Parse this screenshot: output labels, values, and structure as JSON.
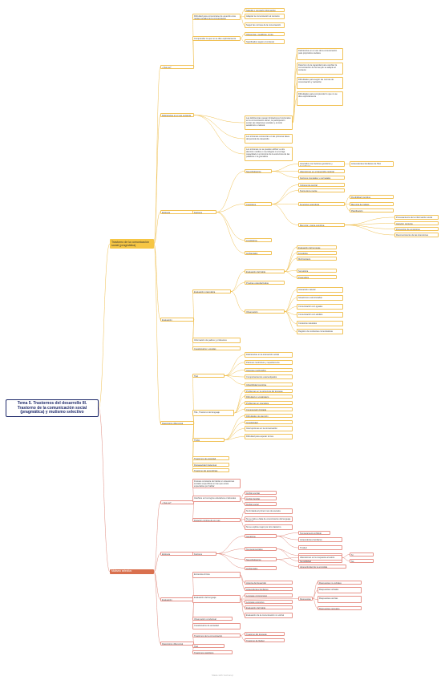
{
  "root": "Tema 5. Trastornos del desarrollo III. Trastorno de la comunicación social (pragmática) y mutismo selectivo",
  "footer": "Made with GoConqr",
  "nodes": [
    {
      "id": "tcs",
      "text": "Trastorno de la comunicación social (pragmática)"
    },
    {
      "id": "ms",
      "text": "Mutismo selectivo"
    },
    {
      "id": "a_que",
      "text": "¿Qué es?"
    },
    {
      "id": "a_def",
      "text": "Deficiencias en el uso social de la comunicación"
    },
    {
      "id": "a_eti",
      "text": "Etiología"
    },
    {
      "id": "a_eval",
      "text": "Evaluación"
    },
    {
      "id": "a_dif",
      "text": "Diagnóstico diferencial"
    },
    {
      "id": "q1",
      "text": "Dificultad para comunicarse de acuerdo a las reglas sociales de la comunicación"
    },
    {
      "id": "q1a",
      "text": "Saludar o compartir información"
    },
    {
      "id": "q1b",
      "text": "Adaptar la comunicación al contexto"
    },
    {
      "id": "q1c",
      "text": "Seguir las normas de la conversación"
    },
    {
      "id": "q2",
      "text": "Comprender lo que no se dice explícitamente"
    },
    {
      "id": "q2a",
      "text": "Inferencias, metáforas, ironía"
    },
    {
      "id": "q2b",
      "text": "Significados según el contexto"
    },
    {
      "id": "d1",
      "text": "Las deficiencias causan limitaciones funcionales en la comunicación eficaz, la participación social, las relaciones sociales y el éxito académico o laboral"
    },
    {
      "id": "d1a",
      "text": "Deficiencias en el uso de la comunicación para propósitos sociales"
    },
    {
      "id": "d1b",
      "text": "Deterioro de la capacidad para cambiar la comunicación de forma que se adapte al contexto"
    },
    {
      "id": "d1c",
      "text": "Dificultades para seguir las normas de conversación y narración"
    },
    {
      "id": "d1d",
      "text": "Dificultades para comprender lo que no se dice explícitamente"
    },
    {
      "id": "d2",
      "text": "Los síntomas comienzan en las primeras fases del período de desarrollo"
    },
    {
      "id": "d3",
      "text": "Los síntomas no se pueden atribuir a otra afección médica o neurológica ni a la baja capacidad en el dominio de la estructura de las palabras o la gramática"
    },
    {
      "id": "e_fac",
      "text": "Factores"
    },
    {
      "id": "e_neu",
      "text": "Neurobiológicos"
    },
    {
      "id": "e_neu1",
      "text": "Asociados con factores genéticos y hereditarios"
    },
    {
      "id": "e_neu1a",
      "text": "Antecedentes familiares de TEA"
    },
    {
      "id": "e_neu2",
      "text": "Alteraciones en el desarrollo cerebral"
    },
    {
      "id": "e_neu3",
      "text": "Factores prenatales y perinatales"
    },
    {
      "id": "e_cog",
      "text": "Cognitivos"
    },
    {
      "id": "e_cog1",
      "text": "Teoría de la mente"
    },
    {
      "id": "e_cog2",
      "text": "Funciones ejecutivas"
    },
    {
      "id": "e_cog2a",
      "text": "Flexibilidad cognitiva"
    },
    {
      "id": "e_cog2b",
      "text": "Memoria de trabajo"
    },
    {
      "id": "e_cog2c",
      "text": "Planificación"
    },
    {
      "id": "e_cog3",
      "text": "Coherencia central"
    },
    {
      "id": "e_cog4",
      "text": "Memoria y carga cognitiva"
    },
    {
      "id": "e_cog4a",
      "text": "Procesamiento de la información social"
    },
    {
      "id": "e_cog4b",
      "text": "Atención conjunta"
    },
    {
      "id": "e_cog4c",
      "text": "Percepción de emociones"
    },
    {
      "id": "e_cog4d",
      "text": "Reconocimiento de las intenciones"
    },
    {
      "id": "e_lin",
      "text": "Lingüísticos"
    },
    {
      "id": "e_amb",
      "text": "Ambientales"
    },
    {
      "id": "v1",
      "text": "Evaluación pragmática"
    },
    {
      "id": "v1a",
      "text": "Evaluación del habla"
    },
    {
      "id": "v1b",
      "text": "Evaluación del lenguaje"
    },
    {
      "id": "v1c",
      "text": "Fonología"
    },
    {
      "id": "v1d",
      "text": "Morfosintaxis"
    },
    {
      "id": "v1e",
      "text": "Semántica"
    },
    {
      "id": "v1f",
      "text": "Pragmática"
    },
    {
      "id": "v2",
      "text": "Pruebas estandarizadas"
    },
    {
      "id": "v3",
      "text": "Observación"
    },
    {
      "id": "v3a",
      "text": "Interacción natural"
    },
    {
      "id": "v3b",
      "text": "Situaciones estructuradas"
    },
    {
      "id": "v3c",
      "text": "Comunicación con iguales"
    },
    {
      "id": "v3d",
      "text": "Comunicación con adultos"
    },
    {
      "id": "v3e",
      "text": "Contextos naturales"
    },
    {
      "id": "v3f",
      "text": "Registro de conductas comunicativas"
    },
    {
      "id": "v4",
      "text": "Información de padres y profesores"
    },
    {
      "id": "v5",
      "text": "Cuestionarios y escalas"
    },
    {
      "id": "g_tea",
      "text": "TEA"
    },
    {
      "id": "g_tea1",
      "text": "Deficiencias en la interacción social"
    },
    {
      "id": "g_tea2",
      "text": "Patrones restrictivos y repetitivos de comportamiento"
    },
    {
      "id": "g_tea3",
      "text": "Intereses restringidos"
    },
    {
      "id": "g_tea4",
      "text": "Comportamientos estereotipados"
    },
    {
      "id": "g_tea5",
      "text": "Inflexibilidad cognitiva"
    },
    {
      "id": "g_tel",
      "text": "TEL, Trastorno del lenguaje"
    },
    {
      "id": "g_tel1",
      "text": "Problemas en la estructura del lenguaje"
    },
    {
      "id": "g_tel2",
      "text": "Dificultad en vocabulario"
    },
    {
      "id": "g_tel3",
      "text": "Problemas en gramática"
    },
    {
      "id": "g_tel4",
      "text": "Comprensión limitada"
    },
    {
      "id": "g_tdah",
      "text": "TDAH"
    },
    {
      "id": "g_tdah1",
      "text": "Dificultades de atención"
    },
    {
      "id": "g_tdah2",
      "text": "Impulsividad"
    },
    {
      "id": "g_tdah3",
      "text": "Interrupciones en la conversación"
    },
    {
      "id": "g_tdah4",
      "text": "Dificultad para esperar turnos"
    },
    {
      "id": "g_ans",
      "text": "Trastornos de ansiedad"
    },
    {
      "id": "g_di",
      "text": "Discapacidad intelectual"
    },
    {
      "id": "g_ta",
      "text": "Trastorno del aprendizaje"
    },
    {
      "id": "m_que",
      "text": "¿Qué es?"
    },
    {
      "id": "m_eti",
      "text": "Etiología"
    },
    {
      "id": "m_eval",
      "text": "Evaluación"
    },
    {
      "id": "m_dif",
      "text": "Diagnóstico diferencial"
    },
    {
      "id": "mq1",
      "text": "Fracaso constante de hablar en situaciones sociales específicas en las que existe expectativa por hablar"
    },
    {
      "id": "mq2",
      "text": "Interfiere en los logros educativos o laborales"
    },
    {
      "id": "mq2a",
      "text": "Ámbito escolar"
    },
    {
      "id": "mq2b",
      "text": "Ámbito familiar"
    },
    {
      "id": "mq2c",
      "text": "Ámbito social"
    },
    {
      "id": "mq3",
      "text": "Duración mínima de un mes"
    },
    {
      "id": "mq3a",
      "text": "No limitada al primer mes de escuela"
    },
    {
      "id": "mq3b",
      "text": "No se debe a falta de conocimiento del lenguaje hablado"
    },
    {
      "id": "mq3c",
      "text": "No se explica mejor por otro trastorno"
    },
    {
      "id": "me_fac",
      "text": "Factores"
    },
    {
      "id": "me_gen",
      "text": "Genéticos"
    },
    {
      "id": "me_gen1",
      "text": "Temperamento inhibido"
    },
    {
      "id": "me_gen2",
      "text": "Antecedentes familiares"
    },
    {
      "id": "me_gen3",
      "text": "Timidez"
    },
    {
      "id": "me_temp",
      "text": "Temperamentales"
    },
    {
      "id": "me_temp1",
      "text": "Inhibición conductual"
    },
    {
      "id": "me_temp2",
      "text": "Sensibilidad"
    },
    {
      "id": "me_neu",
      "text": "Neurobiológicos"
    },
    {
      "id": "me_neu1",
      "text": "Hiperactividad de la amígdala"
    },
    {
      "id": "me_neu2",
      "text": "Alteraciones en la respuesta al estrés"
    },
    {
      "id": "me_neu2a",
      "text": "Sí"
    },
    {
      "id": "me_neu2b",
      "text": "No"
    },
    {
      "id": "me_amb",
      "text": "Ambientales"
    },
    {
      "id": "mv1",
      "text": "Entrevista clínica"
    },
    {
      "id": "mv1a",
      "text": "Historia del desarrollo"
    },
    {
      "id": "mv1b",
      "text": "Antecedentes familiares"
    },
    {
      "id": "mv2",
      "text": "Evaluación del lenguaje"
    },
    {
      "id": "mv2a",
      "text": "Lenguaje comprensivo"
    },
    {
      "id": "mv2b",
      "text": "Lenguaje expresivo"
    },
    {
      "id": "mv2c",
      "text": "Evaluación del habla"
    },
    {
      "id": "mv2d",
      "text": "Evaluación de la comunicación no verbal"
    },
    {
      "id": "mv2e",
      "text": "Respuestas"
    },
    {
      "id": "mv2e1",
      "text": "Respuestas no verbales"
    },
    {
      "id": "mv2e2",
      "text": "Respuestas verbales"
    },
    {
      "id": "mv2e3",
      "text": "Respuestas escritas"
    },
    {
      "id": "mv2e4",
      "text": "Respuestas gestuales"
    },
    {
      "id": "mv3",
      "text": "Observación conductual"
    },
    {
      "id": "mv4",
      "text": "Cuestionarios de ansiedad"
    },
    {
      "id": "md1",
      "text": "Trastornos de la comunicación"
    },
    {
      "id": "md1a",
      "text": "Trastorno del lenguaje"
    },
    {
      "id": "md1b",
      "text": "Trastorno de fluidez"
    },
    {
      "id": "md2",
      "text": "TEA"
    },
    {
      "id": "md3",
      "text": "Trastornos psicóticos"
    }
  ]
}
